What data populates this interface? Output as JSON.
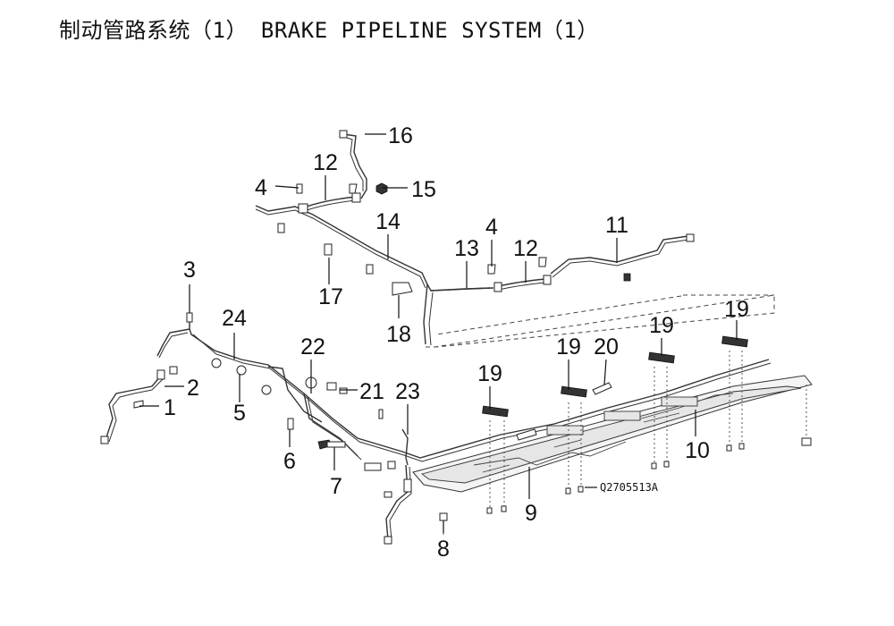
{
  "title": "制动管路系统（1） BRAKE PIPELINE SYSTEM（1）",
  "callouts": {
    "c1": "1",
    "c2": "2",
    "c3": "3",
    "c4a": "4",
    "c4b": "4",
    "c5": "5",
    "c6": "6",
    "c7": "7",
    "c8": "8",
    "c9": "9",
    "c10": "10",
    "c11": "11",
    "c12a": "12",
    "c12b": "12",
    "c13": "13",
    "c14": "14",
    "c15": "15",
    "c16": "16",
    "c17": "17",
    "c18": "18",
    "c19a": "19",
    "c19b": "19",
    "c19c": "19",
    "c19d": "19",
    "c20": "20",
    "c21": "21",
    "c22": "22",
    "c23": "23",
    "c24": "24"
  },
  "part_code": "Q2705513A"
}
